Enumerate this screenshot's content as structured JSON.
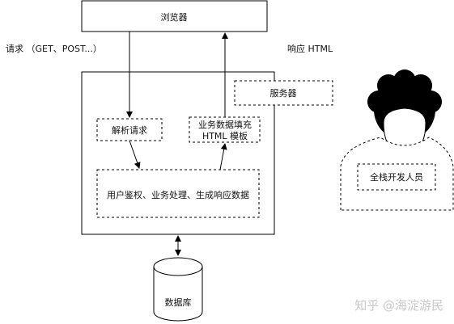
{
  "nodes": {
    "browser": "浏览器",
    "server": "服务器",
    "parse_request": "解析请求",
    "fill_template_line1": "业务数据填充",
    "fill_template_line2": "HTML 模板",
    "processing": "用户鉴权、业务处理、生成响应数据",
    "database": "数据库",
    "fullstack_dev": "全栈开发人员"
  },
  "edges": {
    "request_label": "请求 （GET、POST...）",
    "response_label": "响应 HTML"
  },
  "watermark": {
    "text": "知乎 @海淀游民"
  }
}
